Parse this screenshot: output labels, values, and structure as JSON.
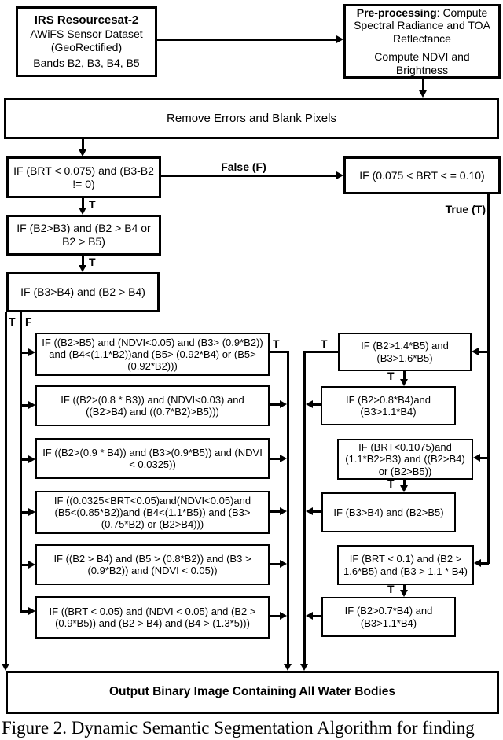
{
  "colors": {
    "line": "#000000",
    "background": "#ffffff"
  },
  "source": {
    "title": "IRS Resourcesat-2",
    "subtitle1": "AWiFS Sensor Dataset",
    "subtitle2": "(GeoRectified)",
    "subtitle3": "Bands B2, B3, B4, B5"
  },
  "preprocessing": {
    "title": "Pre-processing",
    "title_rest": ": Compute Spectral Radiance and TOA Reflectance",
    "line2": "Compute  NDVI and Brightness"
  },
  "remove_errors": {
    "label": "Remove Errors and Blank Pixels"
  },
  "left_chain": [
    {
      "condition": "IF (BRT < 0.075) and (B3-B2 != 0)"
    },
    {
      "condition": "IF (B2>B3) and (B2 > B4 or B2 > B5)"
    },
    {
      "condition": "IF (B3>B4) and (B2 > B4)"
    }
  ],
  "brt_check": {
    "condition": "IF (0.075 <  BRT < = 0.10)"
  },
  "middle_conditions": [
    "IF ((B2>B5) and (NDVI<0.05) and (B3> (0.9*B2)) and (B4<(1.1*B2))and (B5> (0.92*B4) or (B5>(0.92*B2)))",
    "IF ((B2>(0.8 * B3)) and (NDVI<0.03) and ((B2>B4) and ((0.7*B2)>B5)))",
    "IF ((B2>(0.9 * B4)) and (B3>(0.9*B5)) and (NDVI < 0.0325))",
    "IF ((0.0325<BRT<0.05)and(NDVI<0.05)and (B5<(0.85*B2))and (B4<(1.1*B5)) and (B3> (0.75*B2) or (B2>B4)))",
    "IF ((B2 > B4) and (B5 > (0.8*B2)) and (B3 > (0.9*B2)) and (NDVI < 0.05))",
    "IF ((BRT < 0.05) and (NDVI < 0.05) and (B2 > (0.9*B5)) and (B2 > B4) and (B4 > (1.3*5)))"
  ],
  "right_conditions": [
    "IF (B2>1.4*B5) and (B3>1.6*B5)",
    "IF (B2>0.8*B4)and (B3>1.1*B4)",
    "IF (BRT<0.1075)and (1.1*B2>B3) and ((B2>B4) or (B2>B5))",
    "IF (B3>B4) and (B2>B5)",
    "IF (BRT < 0.1) and (B2 > 1.6*B5) and  (B3 > 1.1 * B4)",
    "IF (B2>0.7*B4) and (B3>1.1*B4)"
  ],
  "branch_labels": {
    "false_f": "False (F)",
    "true_t": "True (T)",
    "t": "T",
    "f": "F"
  },
  "output": {
    "label": "Output Binary Image Containing All Water Bodies"
  },
  "caption": "Figure 2. Dynamic Semantic Segmentation Algorithm for finding"
}
